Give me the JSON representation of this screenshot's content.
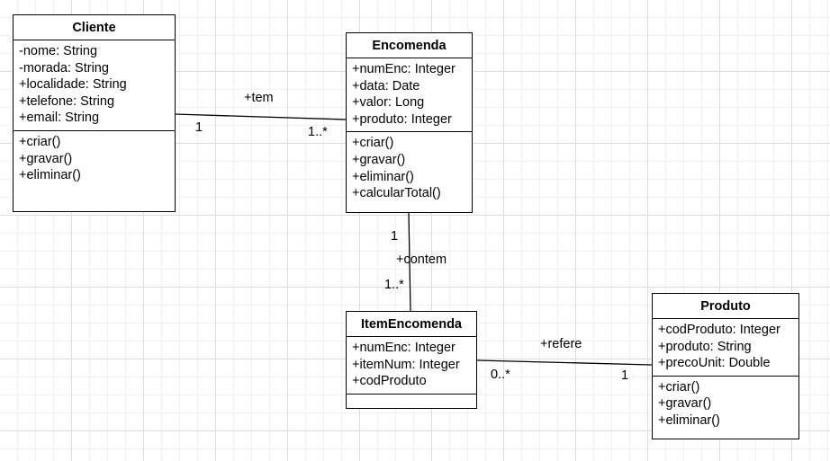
{
  "classes": {
    "cliente": {
      "name": "Cliente",
      "attributes": [
        "-nome: String",
        "-morada: String",
        "+localidade: String",
        "+telefone: String",
        "+email: String"
      ],
      "operations": [
        "+criar()",
        "+gravar()",
        "+eliminar()"
      ]
    },
    "encomenda": {
      "name": "Encomenda",
      "attributes": [
        "+numEnc: Integer",
        "+data: Date",
        "+valor: Long",
        "+produto: Integer"
      ],
      "operations": [
        "+criar()",
        "+gravar()",
        "+eliminar()",
        "+calcularTotal()"
      ]
    },
    "item_encomenda": {
      "name": "ItemEncomenda",
      "attributes": [
        "+numEnc: Integer",
        "+itemNum: Integer",
        "+codProduto"
      ],
      "operations": []
    },
    "produto": {
      "name": "Produto",
      "attributes": [
        "+codProduto: Integer",
        "+produto: String",
        "+precoUnit: Double"
      ],
      "operations": [
        "+criar()",
        "+gravar()",
        "+eliminar()"
      ]
    }
  },
  "associations": {
    "tem": {
      "name": "+tem",
      "source_mult": "1",
      "target_mult": "1..*"
    },
    "contem": {
      "name": "+contem",
      "source_mult": "1",
      "target_mult": "1..*"
    },
    "refere": {
      "name": "+refere",
      "source_mult": "0..*",
      "target_mult": "1"
    }
  }
}
